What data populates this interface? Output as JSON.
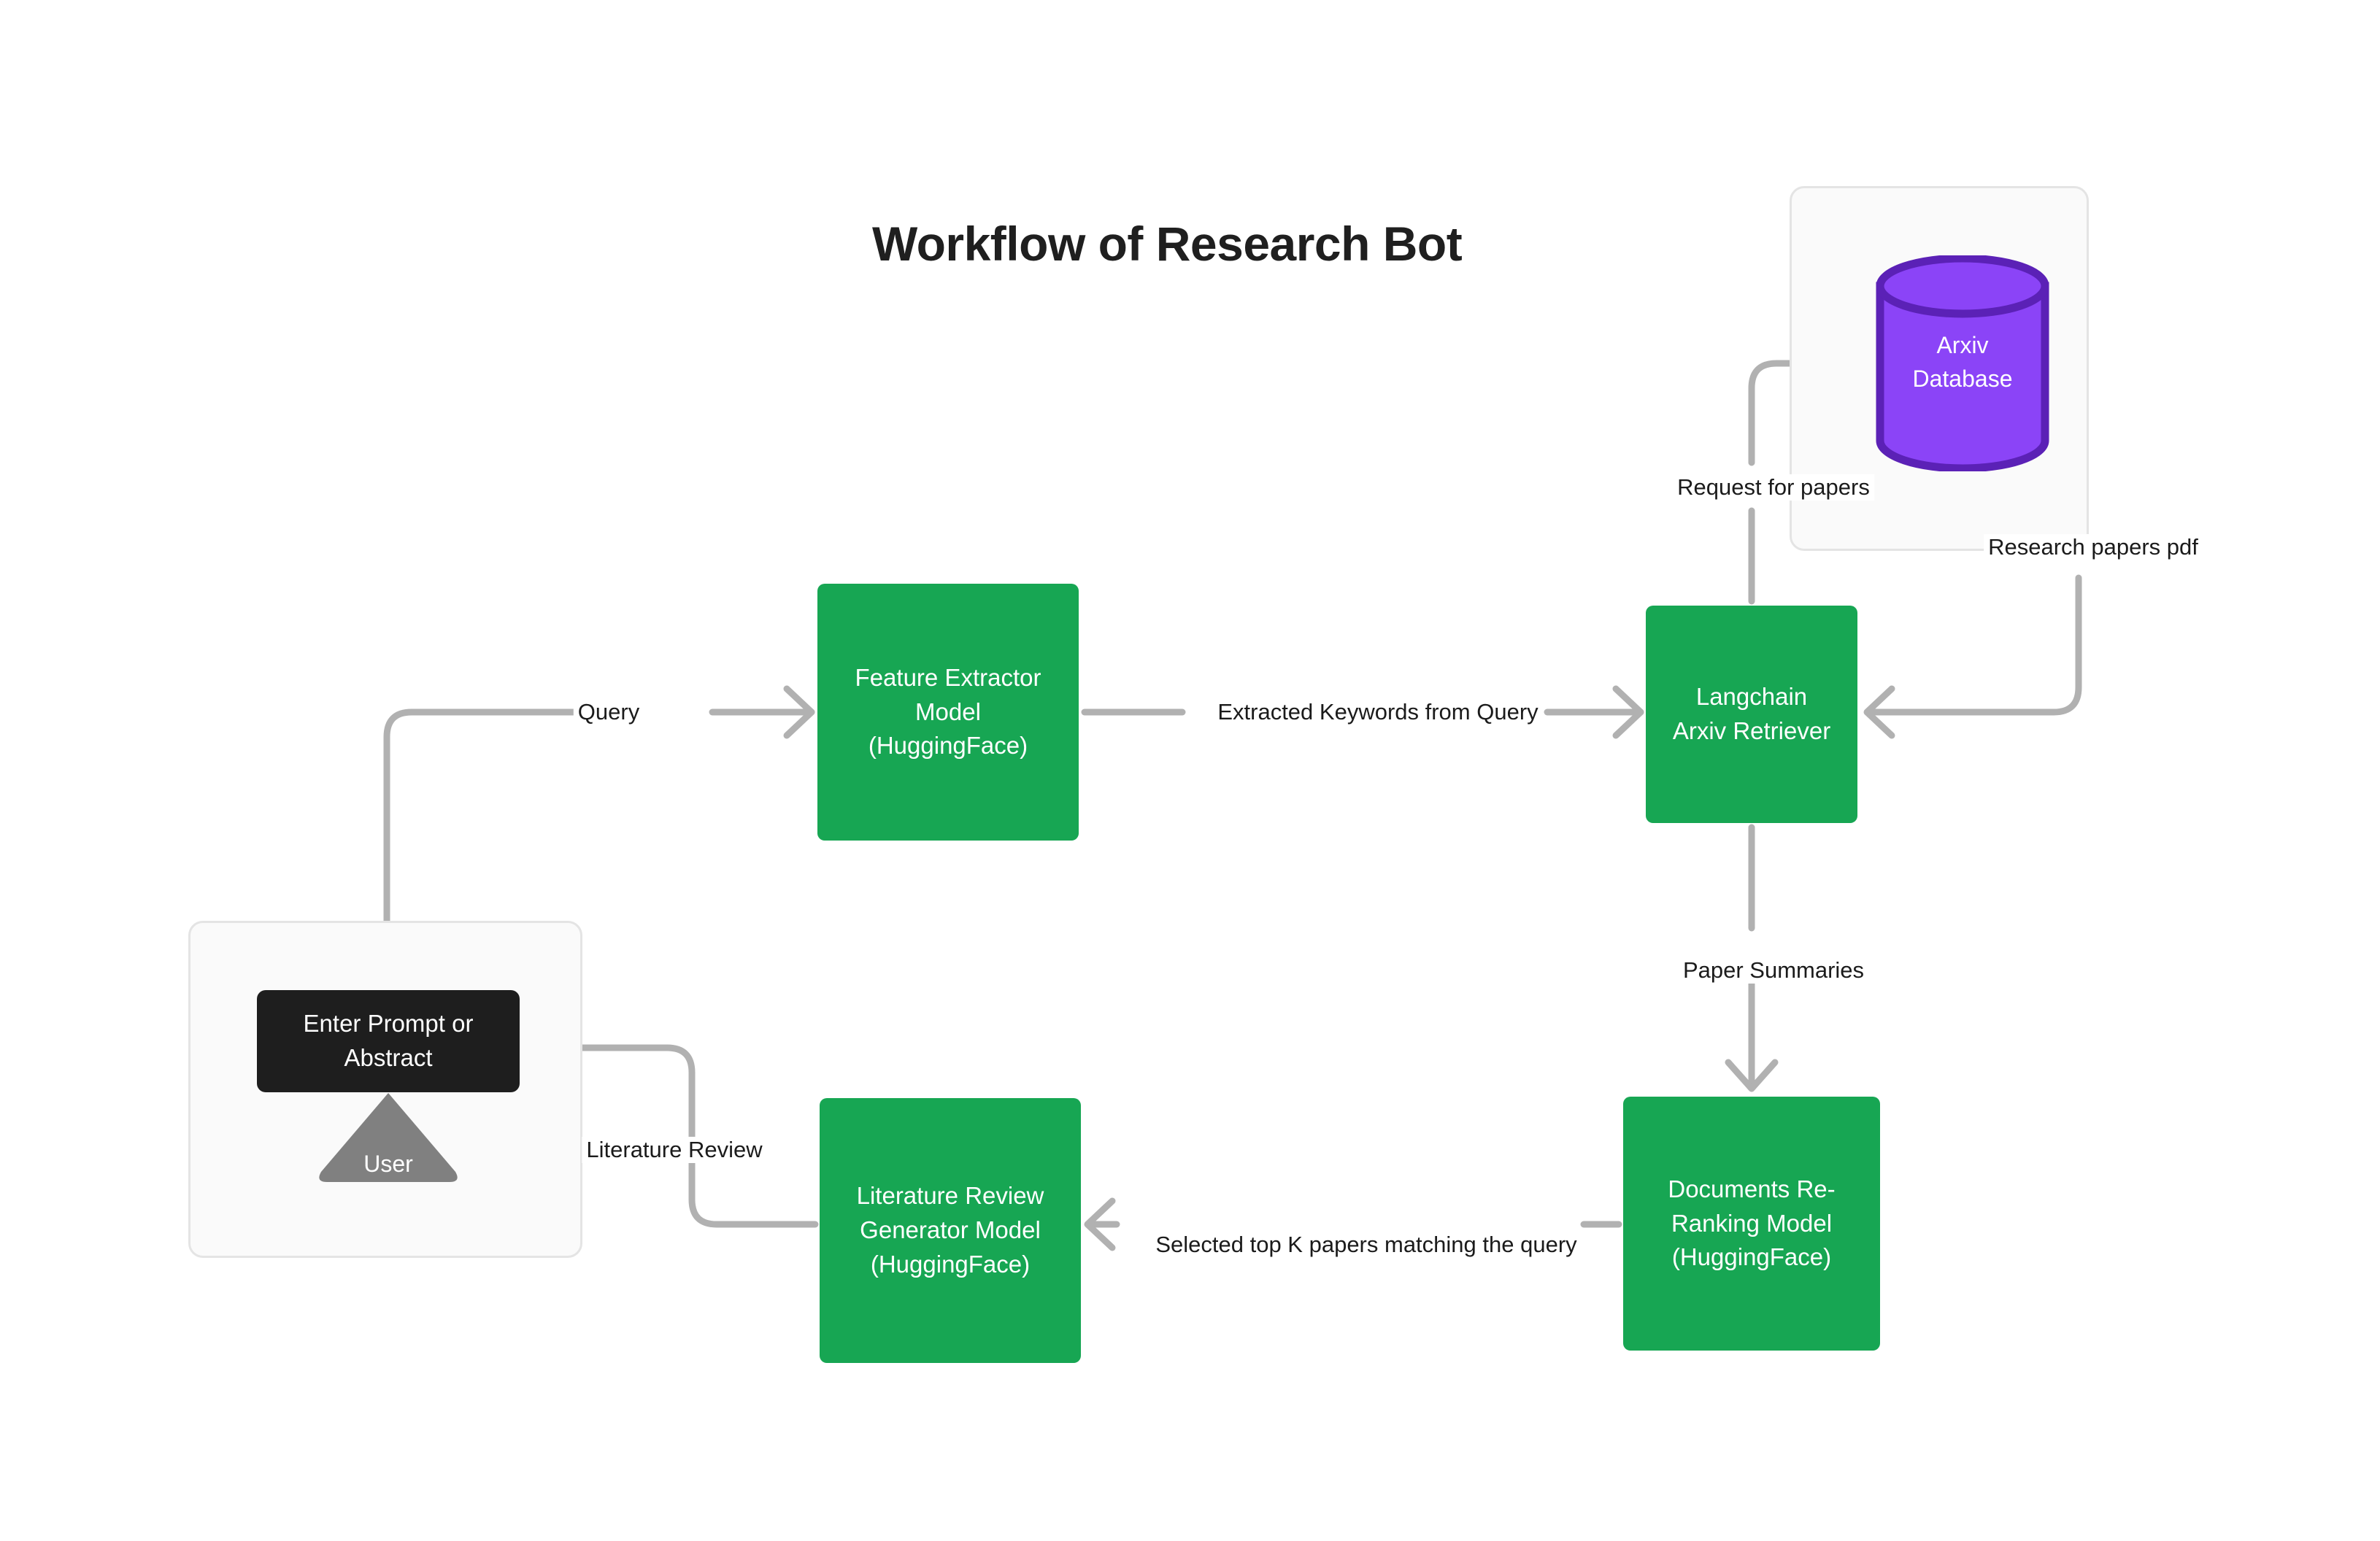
{
  "title": "Workflow of Research Bot",
  "colors": {
    "node_green": "#17a653",
    "node_dark": "#1e1e1e",
    "database_fill": "#8b44f7",
    "database_stroke": "#5b21b6",
    "user_triangle": "#808080",
    "edge_stroke": "#b1b1b1",
    "group_fill": "#fafafa",
    "group_border": "#e4e4e4",
    "canvas_background": "#ffffff",
    "label_text": "#1b1b1b",
    "node_text": "#ffffff"
  },
  "groups": [
    {
      "id": "user-group",
      "label": ""
    },
    {
      "id": "arxiv-group",
      "label": ""
    }
  ],
  "nodes": {
    "prompt": {
      "label": "Enter Prompt or\nAbstract",
      "shape": "rounded-rect",
      "color": "#1e1e1e"
    },
    "user": {
      "label": "User",
      "shape": "triangle",
      "color": "#808080"
    },
    "feature_extractor": {
      "label": "Feature Extractor\nModel\n(HuggingFace)",
      "shape": "rounded-rect",
      "color": "#17a653"
    },
    "langchain": {
      "label": "Langchain\nArxiv Retriever",
      "shape": "rounded-rect",
      "color": "#17a653"
    },
    "arxiv_database": {
      "label": "Arxiv\nDatabase",
      "shape": "cylinder",
      "color": "#8b44f7"
    },
    "rerank": {
      "label": "Documents Re-\nRanking Model\n(HuggingFace)",
      "shape": "rounded-rect",
      "color": "#17a653"
    },
    "litreview": {
      "label": "Literature Review\nGenerator Model\n(HuggingFace)",
      "shape": "rounded-rect",
      "color": "#17a653"
    }
  },
  "edges": [
    {
      "id": "query",
      "label": "Query",
      "from": "prompt",
      "to": "feature_extractor"
    },
    {
      "id": "extracted-keywords",
      "label": "Extracted Keywords from Query",
      "from": "feature_extractor",
      "to": "langchain"
    },
    {
      "id": "request-for-papers",
      "label": "Request for papers",
      "from": "langchain",
      "to": "arxiv_database"
    },
    {
      "id": "research-papers-pdf",
      "label": "Research papers pdf",
      "from": "arxiv_database",
      "to": "langchain"
    },
    {
      "id": "paper-summaries",
      "label": "Paper Summaries",
      "from": "langchain",
      "to": "rerank"
    },
    {
      "id": "selected-top-k",
      "label": "Selected top K papers matching the query",
      "from": "rerank",
      "to": "litreview"
    },
    {
      "id": "literature-review",
      "label": "Literature Review",
      "from": "litreview",
      "to": "prompt"
    }
  ]
}
